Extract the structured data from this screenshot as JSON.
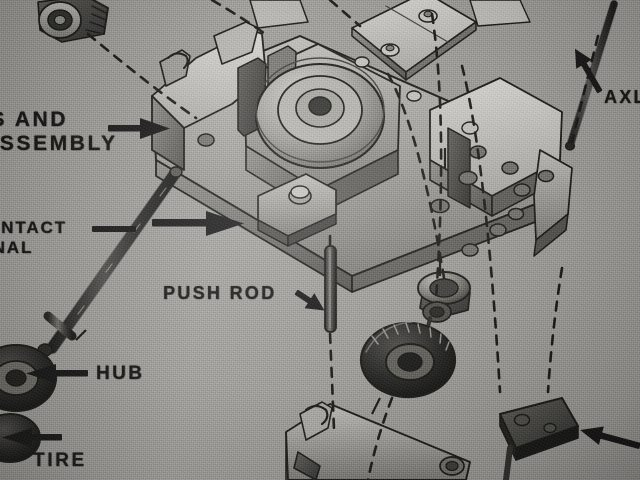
{
  "figure": {
    "kind": "exploded-assembly-diagram",
    "medium": "photograph of a printed page",
    "subject": "chassis and wheel assembly",
    "background_color": "#9c9b97",
    "ink_color": "#100f0e"
  },
  "labels": {
    "chassis_assembly": "IS AND\nASSEMBLY",
    "contact_terminal": "ONTACT\nINAL",
    "push_rod": "PUSH ROD",
    "hub": "HUB",
    "tire": "TIRE",
    "axle": "AXL"
  },
  "parts": [
    {
      "id": "bushing",
      "name": "bushing / bearing collar",
      "location": "top-left corner"
    },
    {
      "id": "main-chassis",
      "name": "main chassis frame",
      "location": "center"
    },
    {
      "id": "drive-disc",
      "name": "large drive disc / pulley",
      "location": "center"
    },
    {
      "id": "bracket-plate",
      "name": "flat riveted bracket plate",
      "location": "top-right"
    },
    {
      "id": "axle-rod",
      "name": "axle rod",
      "location": "right edge, diagonal"
    },
    {
      "id": "contact-rod",
      "name": "long contact terminal rod",
      "location": "left, diagonal"
    },
    {
      "id": "push-rod",
      "name": "push rod",
      "location": "center-lower"
    },
    {
      "id": "hub",
      "name": "wheel hub",
      "location": "lower-center-right"
    },
    {
      "id": "tire",
      "name": "rubber tire",
      "location": "lower-center-right"
    },
    {
      "id": "small-hub",
      "name": "small wheel hub",
      "location": "lower-left"
    },
    {
      "id": "contact-block",
      "name": "dark contact block",
      "location": "bottom-right"
    },
    {
      "id": "lower-chassis",
      "name": "lower chassis section",
      "location": "bottom-center"
    }
  ],
  "callouts": [
    {
      "id": "callout-chassis",
      "label_ref": "chassis_assembly",
      "arrow": "right"
    },
    {
      "id": "callout-contact",
      "label_ref": "contact_terminal",
      "arrow": "right"
    },
    {
      "id": "callout-push-rod",
      "label_ref": "push_rod",
      "arrow": "down-right"
    },
    {
      "id": "callout-hub",
      "label_ref": "hub",
      "arrow": "left"
    },
    {
      "id": "callout-tire",
      "label_ref": "tire",
      "arrow": "left"
    },
    {
      "id": "callout-axle",
      "label_ref": "axle",
      "arrow": "up-left"
    },
    {
      "id": "callout-block",
      "label_ref": null,
      "arrow": "left"
    }
  ]
}
